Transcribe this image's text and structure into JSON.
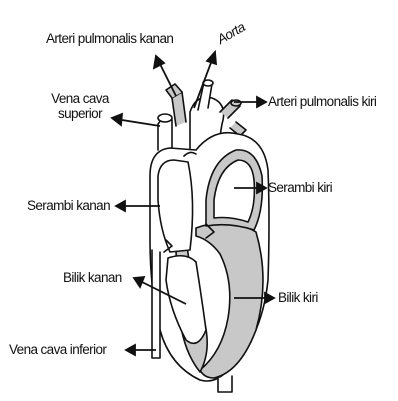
{
  "labels": {
    "arteri_pulmonalis_kanan": "Arteri pulmonalis kanan",
    "aorta": "Aorta",
    "vena_cava_superior_line1": "Vena cava",
    "vena_cava_superior_line2": "superior",
    "arteri_pulmonalis_kiri": "Arteri pulmonalis kiri",
    "serambi_kanan": "Serambi kanan",
    "serambi_kiri": "Serambi kiri",
    "bilik_kanan": "Bilik kanan",
    "bilik_kiri": "Bilik kiri",
    "vena_cava_inferior": "Vena cava inferior"
  },
  "colors": {
    "line": "#111111",
    "fill_gray": "#c8c8c8",
    "fill_white": "#ffffff"
  }
}
